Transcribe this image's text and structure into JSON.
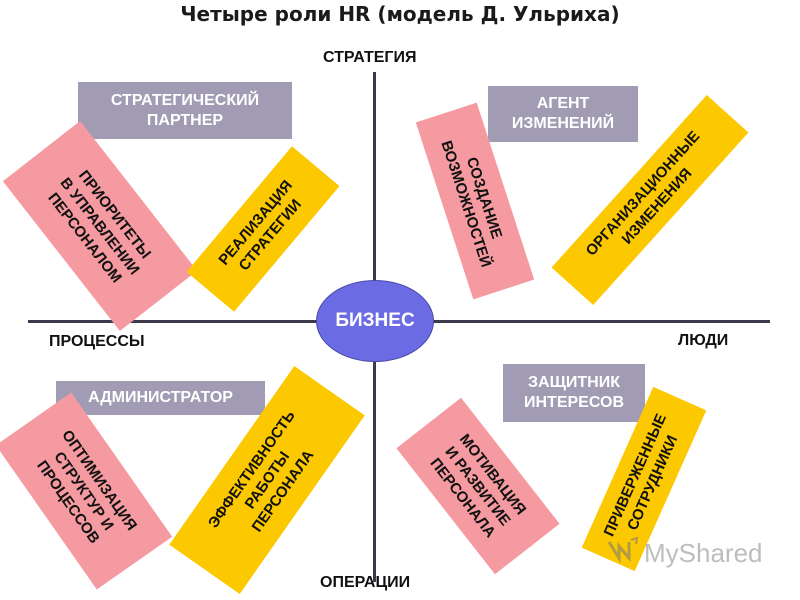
{
  "title": "Четыре роли HR (модель Д. Ульриха)",
  "axes": {
    "top": "СТРАТЕГИЯ",
    "bottom": "ОПЕРАЦИИ",
    "left": "ПРОЦЕССЫ",
    "right": "ЛЮДИ"
  },
  "center": "БИЗНЕС",
  "roles": {
    "strategic_partner": "СТРАТЕГИЧЕСКИЙ\nПАРТНЕР",
    "change_agent": "АГЕНТ\nИЗМЕНЕНИЙ",
    "administrator": "АДМИНИСТРАТОР",
    "employee_champion": "ЗАЩИТНИК\nИНТЕРЕСОВ"
  },
  "bars": {
    "hr_priorities": "ПРИОРИТЕТЫ\nВ УПРАВЛЕНИИ\nПЕРСОНАЛОМ",
    "strategy_implementation": "РЕАЛИЗАЦИЯ\nСТРАТЕГИИ",
    "creating_opportunities": "СОЗДАНИЕ\nВОЗМОЖНОСТЕЙ",
    "organizational_change": "ОРГАНИЗАЦИОННЫЕ\nИЗМЕНЕНИЯ",
    "process_optimization": "ОПТИМИЗАЦИЯ\nСТРУКТУР И\nПРОЦЕССОВ",
    "staff_efficiency": "ЭФФЕКТИВНОСТЬ\nРАБОТЫ\nПЕРСОНАЛА",
    "motivation_development": "МОТИВАЦИЯ\nИ РАЗВИТИЕ\nПЕРСОНАЛА",
    "committed_employees": "ПРИВЕРЖЕННЫЕ\nСОТРУДНИКИ"
  },
  "watermark": "MyShared",
  "colors": {
    "pink": "#f59aa0",
    "yellow": "#fcc800",
    "role_box": "#a19bb3",
    "center": "#6b6be4"
  }
}
